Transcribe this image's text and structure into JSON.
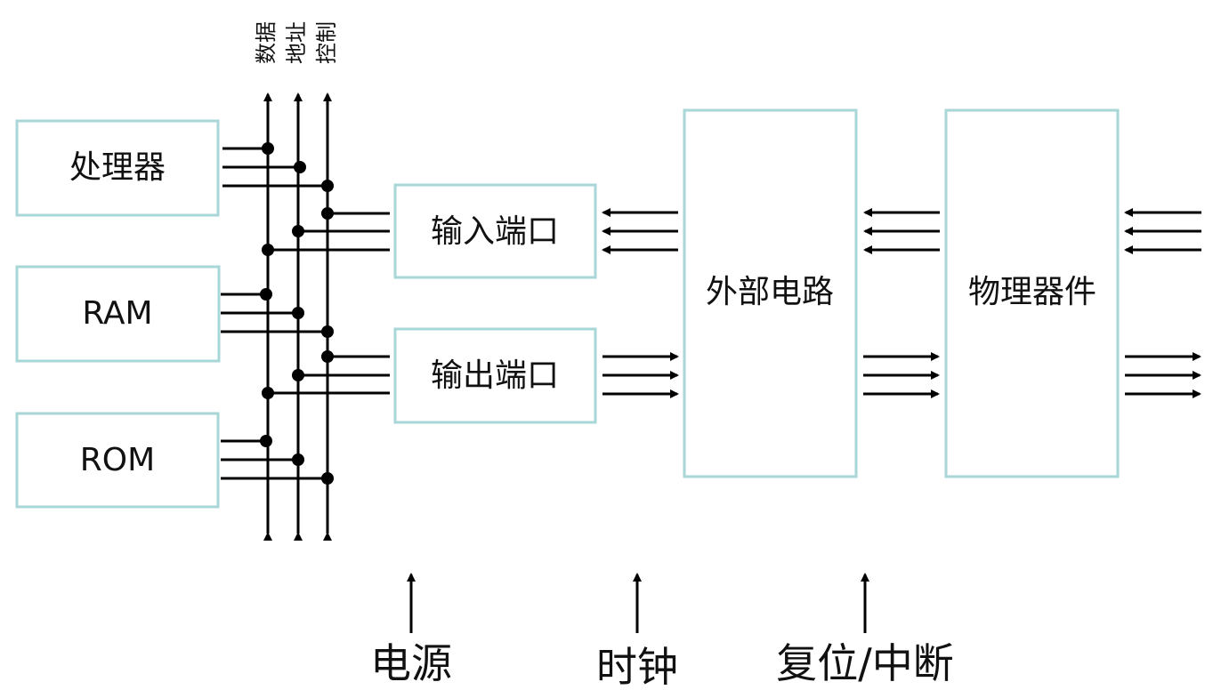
{
  "blocks": {
    "processor": "处理器",
    "ram": "RAM",
    "rom": "ROM",
    "input_port": "输入端口",
    "output_port": "输出端口",
    "external_circuit": "外部电路",
    "physical_device": "物理器件"
  },
  "bus_labels": {
    "data": "数据",
    "address": "地址",
    "control": "控制"
  },
  "bottom_labels": {
    "power": "电源",
    "clock": "时钟",
    "reset_interrupt": "复位/中断"
  },
  "colors": {
    "block_border": "#a9d6d6",
    "line": "#000000",
    "text": "#111111"
  }
}
